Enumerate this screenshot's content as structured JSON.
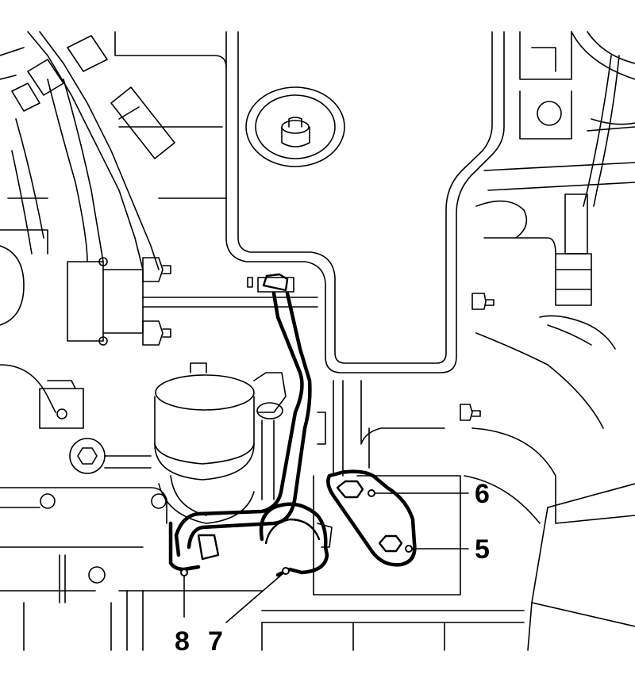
{
  "callouts": [
    {
      "id": "5",
      "label": "5"
    },
    {
      "id": "6",
      "label": "6"
    },
    {
      "id": "7",
      "label": "7"
    },
    {
      "id": "8",
      "label": "8"
    }
  ]
}
